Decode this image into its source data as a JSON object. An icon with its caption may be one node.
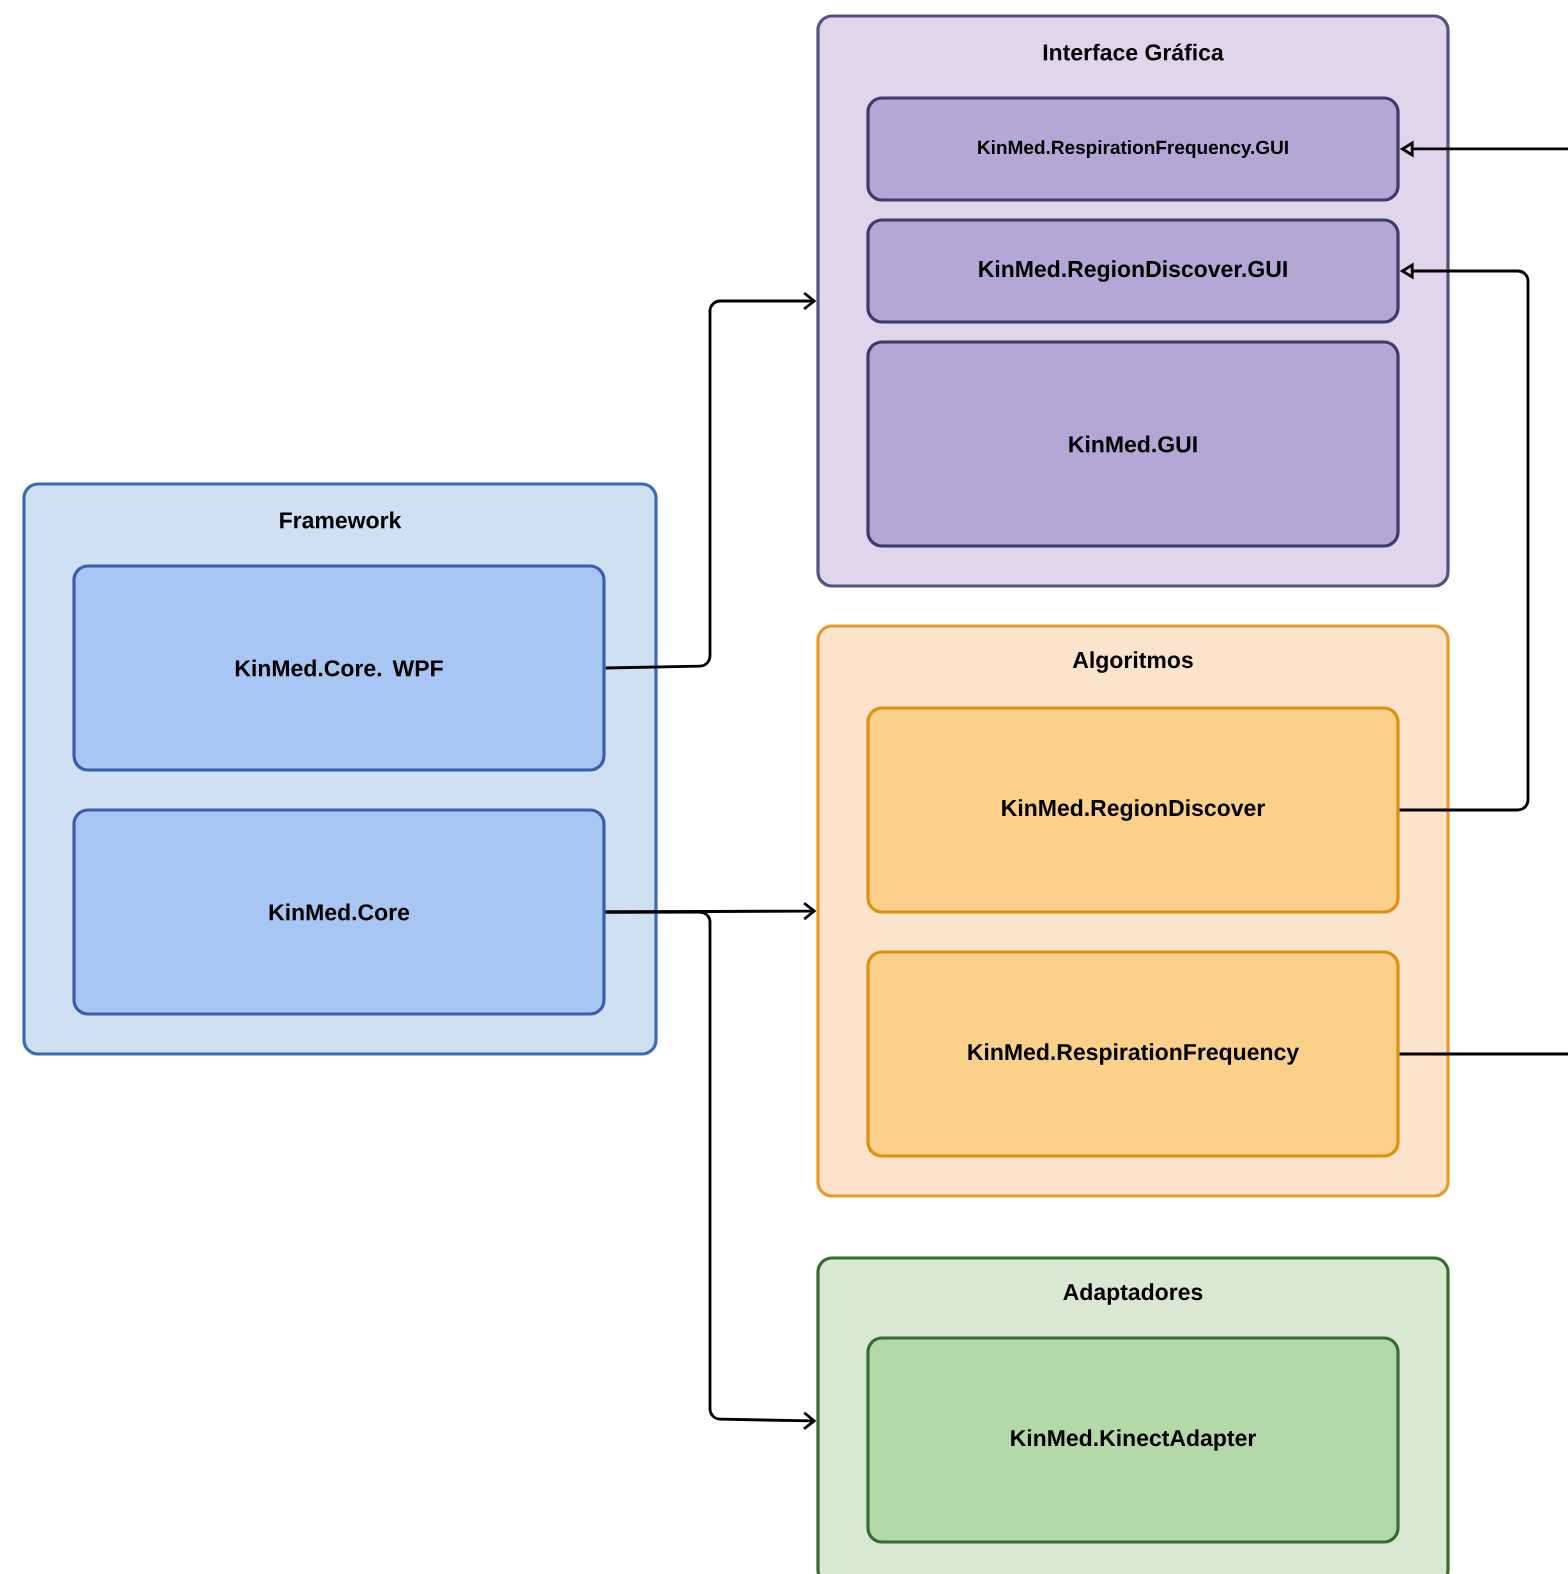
{
  "diagram": {
    "nodes": [
      {
        "text": [
          "Framework"
        ]
      },
      {
        "text": [
          "KinMed.Core. WPF"
        ],
        "in": 0
      },
      {
        "text": [
          "KinMed.Core"
        ],
        "in": 0
      },
      {
        "text": [
          "Interface Gráfica"
        ]
      },
      {
        "text": [
          "KinMed.RespirationFrequency.GUI"
        ],
        "in": 3
      },
      {
        "text": [
          "KinMed.RegionDiscover.GUI"
        ],
        "in": 3
      },
      {
        "text": [
          "KinMed.GUI"
        ],
        "in": 3
      },
      {
        "text": [
          "Algoritmos"
        ]
      },
      {
        "text": [
          "KinMed.RegionDiscover"
        ],
        "in": 7
      },
      {
        "text": [
          "KinMed.RespirationFrequency"
        ],
        "in": 7
      },
      {
        "text": [
          "Adaptadores"
        ]
      },
      {
        "text": [
          "KinMed.KinectAdapter"
        ],
        "in": 10
      }
    ],
    "edges": [
      {
        "from": 1,
        "to": 3,
        "arrow": "to"
      },
      {
        "from": 2,
        "to": 7,
        "arrow": "to"
      },
      {
        "from": 2,
        "to": 10,
        "arrow": "to"
      },
      {
        "from": 8,
        "to": 5,
        "arrow": "to"
      },
      {
        "from": 9,
        "to": null,
        "arrow": "none"
      },
      {
        "from": null,
        "to": 4,
        "arrow": "to"
      }
    ]
  }
}
